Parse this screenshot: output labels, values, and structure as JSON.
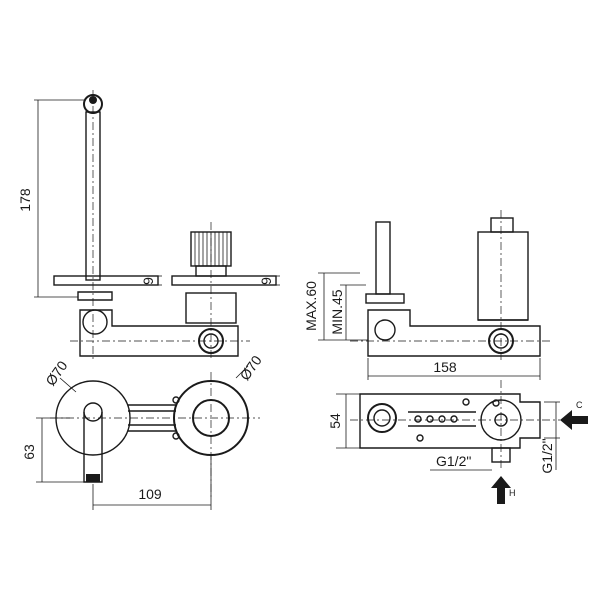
{
  "dimensions": {
    "spout_height": "178",
    "plate_thickness_left": "9",
    "plate_thickness_right": "9",
    "diameter_left": "Ø70",
    "diameter_right": "Ø70",
    "top_vertical": "63",
    "top_horizontal": "109",
    "max_depth": "MAX.60",
    "min_depth": "MIN.45",
    "body_length": "158",
    "body_height": "54",
    "inlet_bottom": "G1/2\"",
    "inlet_side": "G1/2\""
  },
  "flow_labels": {
    "cold": "C",
    "hot": "H"
  }
}
